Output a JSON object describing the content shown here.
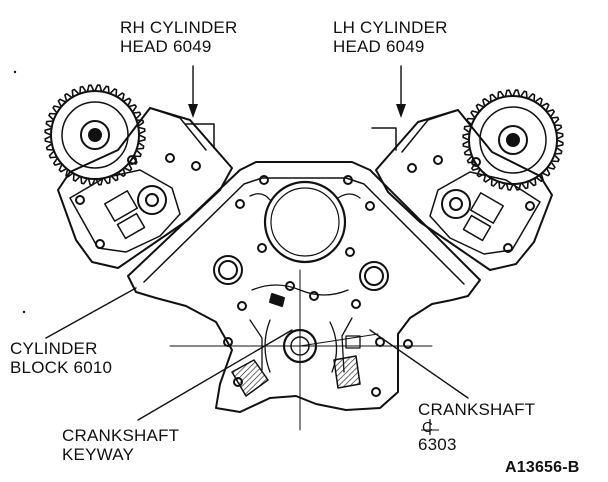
{
  "labels": {
    "rh_cylinder_head": [
      "RH CYLINDER",
      "HEAD 6049"
    ],
    "lh_cylinder_head": [
      "LH CYLINDER",
      "HEAD 6049"
    ],
    "cylinder_block": [
      "CYLINDER",
      "BLOCK 6010"
    ],
    "crankshaft_keyway": [
      "CRANKSHAFT",
      "KEYWAY"
    ],
    "crankshaft_centerline": [
      "CRANKSHAFT",
      "6303"
    ],
    "figure_ref": "A13656-B"
  },
  "colors": {
    "ink": "#111111",
    "background": "#ffffff"
  }
}
